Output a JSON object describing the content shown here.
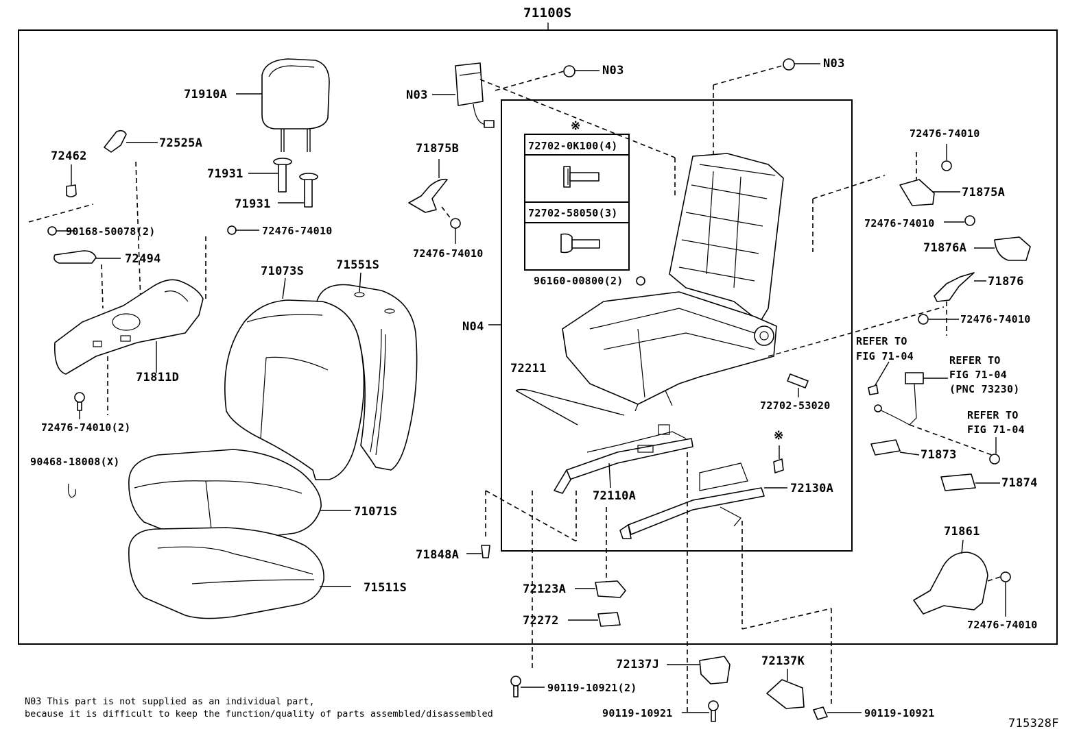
{
  "diagram": {
    "assembly_number": "71100S",
    "figure_number": "715328F",
    "note_lines": [
      "N03  This part is not supplied as an individual part,",
      "     because it is difficult to keep the function/quality of parts assembled/disassembled"
    ],
    "inset": {
      "marker": "※",
      "part_a": "72702-0K100(4)",
      "part_b": "72702-58050(3)"
    },
    "second_marker": "※",
    "parts": {
      "p71910A": "71910A",
      "p72525A": "72525A",
      "p72462": "72462",
      "p71931a": "71931",
      "p71931b": "71931",
      "p90168": "90168-50078(2)",
      "p72476_mid": "72476-74010",
      "p72494": "72494",
      "p71811D": "71811D",
      "p72476_2": "72476-74010(2)",
      "p90468": "90468-18008(X)",
      "p71073S": "71073S",
      "p71551S": "71551S",
      "p71071S": "71071S",
      "p71511S": "71511S",
      "pN03_left": "N03",
      "pN03_mid": "N03",
      "pN03_right": "N03",
      "p71875B": "71875B",
      "p72476_875B": "72476-74010",
      "pN04": "N04",
      "p96160": "96160-00800(2)",
      "p72211": "72211",
      "p72702_53020": "72702-53020",
      "p72110A": "72110A",
      "p72130A": "72130A",
      "p71848A": "71848A",
      "p72123A": "72123A",
      "p72272": "72272",
      "p72137J": "72137J",
      "p72137K": "72137K",
      "p90119_2": "90119-10921(2)",
      "p90119_mid": "90119-10921",
      "p90119_right": "90119-10921",
      "p72476_tr": "72476-74010",
      "p71875A": "71875A",
      "p72476_876A": "72476-74010",
      "p71876A": "71876A",
      "p71876": "71876",
      "p72476_876": "72476-74010",
      "p71873": "71873",
      "p71874": "71874",
      "p71861": "71861",
      "p72476_861": "72476-74010"
    },
    "refer_notes": {
      "r1_line1": "REFER TO",
      "r1_line2": "FIG 71-04",
      "r2_line1": "REFER TO",
      "r2_line2": "FIG 71-04",
      "r2_line3": "(PNC 73230)",
      "r3_line1": "REFER TO",
      "r3_line2": "FIG 71-04"
    }
  }
}
